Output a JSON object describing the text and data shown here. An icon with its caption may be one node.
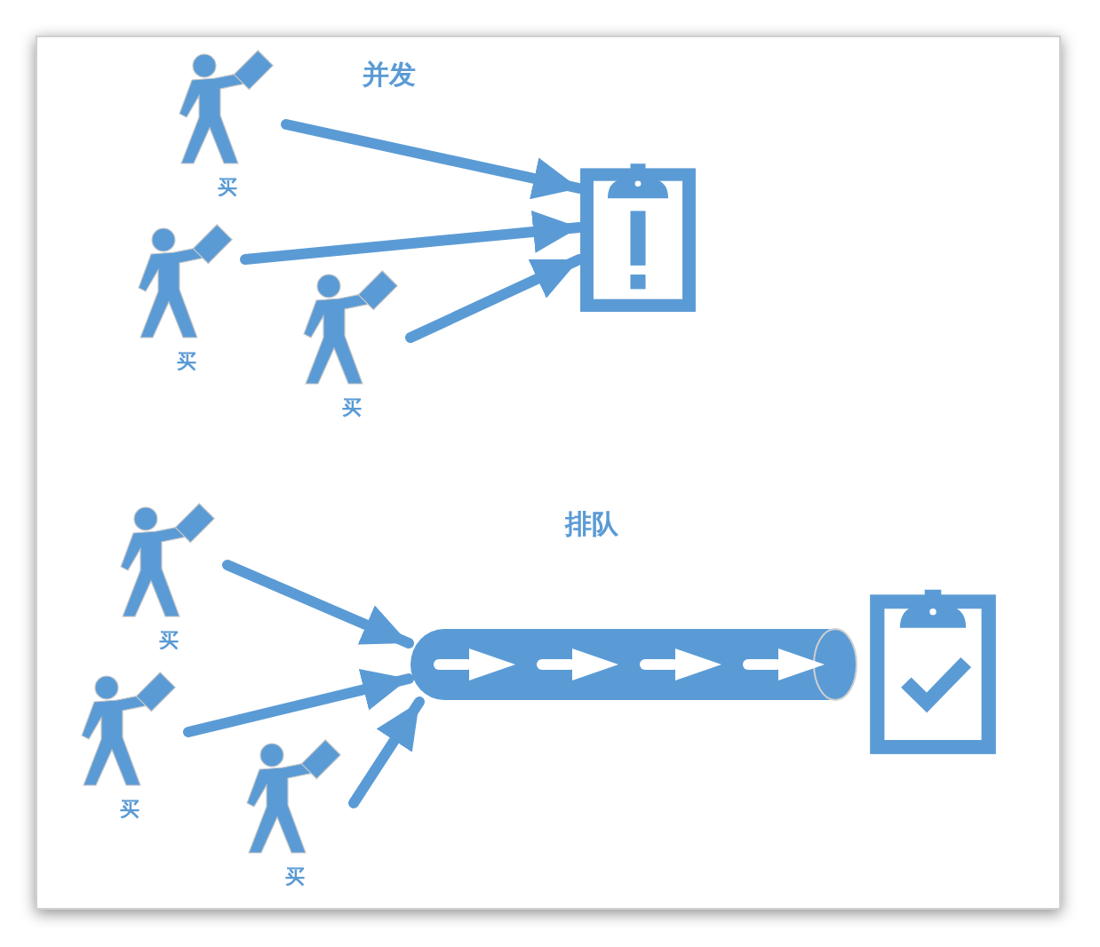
{
  "diagram": {
    "nodes": [
      {
        "text": [
          "买"
        ]
      },
      {
        "text": [
          "买"
        ]
      },
      {
        "text": [
          "买"
        ]
      },
      {
        "text": [],
        "shape": "picture"
      },
      {
        "text": [
          "买"
        ]
      },
      {
        "text": [
          "买"
        ]
      },
      {
        "text": [
          "买"
        ]
      },
      {
        "text": [],
        "shape": "cylinder"
      },
      {
        "text": [],
        "shape": "picture"
      }
    ],
    "edges": [
      {
        "from": 0,
        "to": 3,
        "arrow": "to"
      },
      {
        "from": 1,
        "to": 3,
        "arrow": "to"
      },
      {
        "from": 2,
        "to": 3,
        "arrow": "to"
      },
      {
        "from": 4,
        "to": 7,
        "arrow": "to"
      },
      {
        "from": 5,
        "to": 7,
        "arrow": "to"
      },
      {
        "from": 6,
        "to": 7,
        "arrow": "to"
      }
    ],
    "labels": [
      "并发",
      "排队"
    ]
  }
}
